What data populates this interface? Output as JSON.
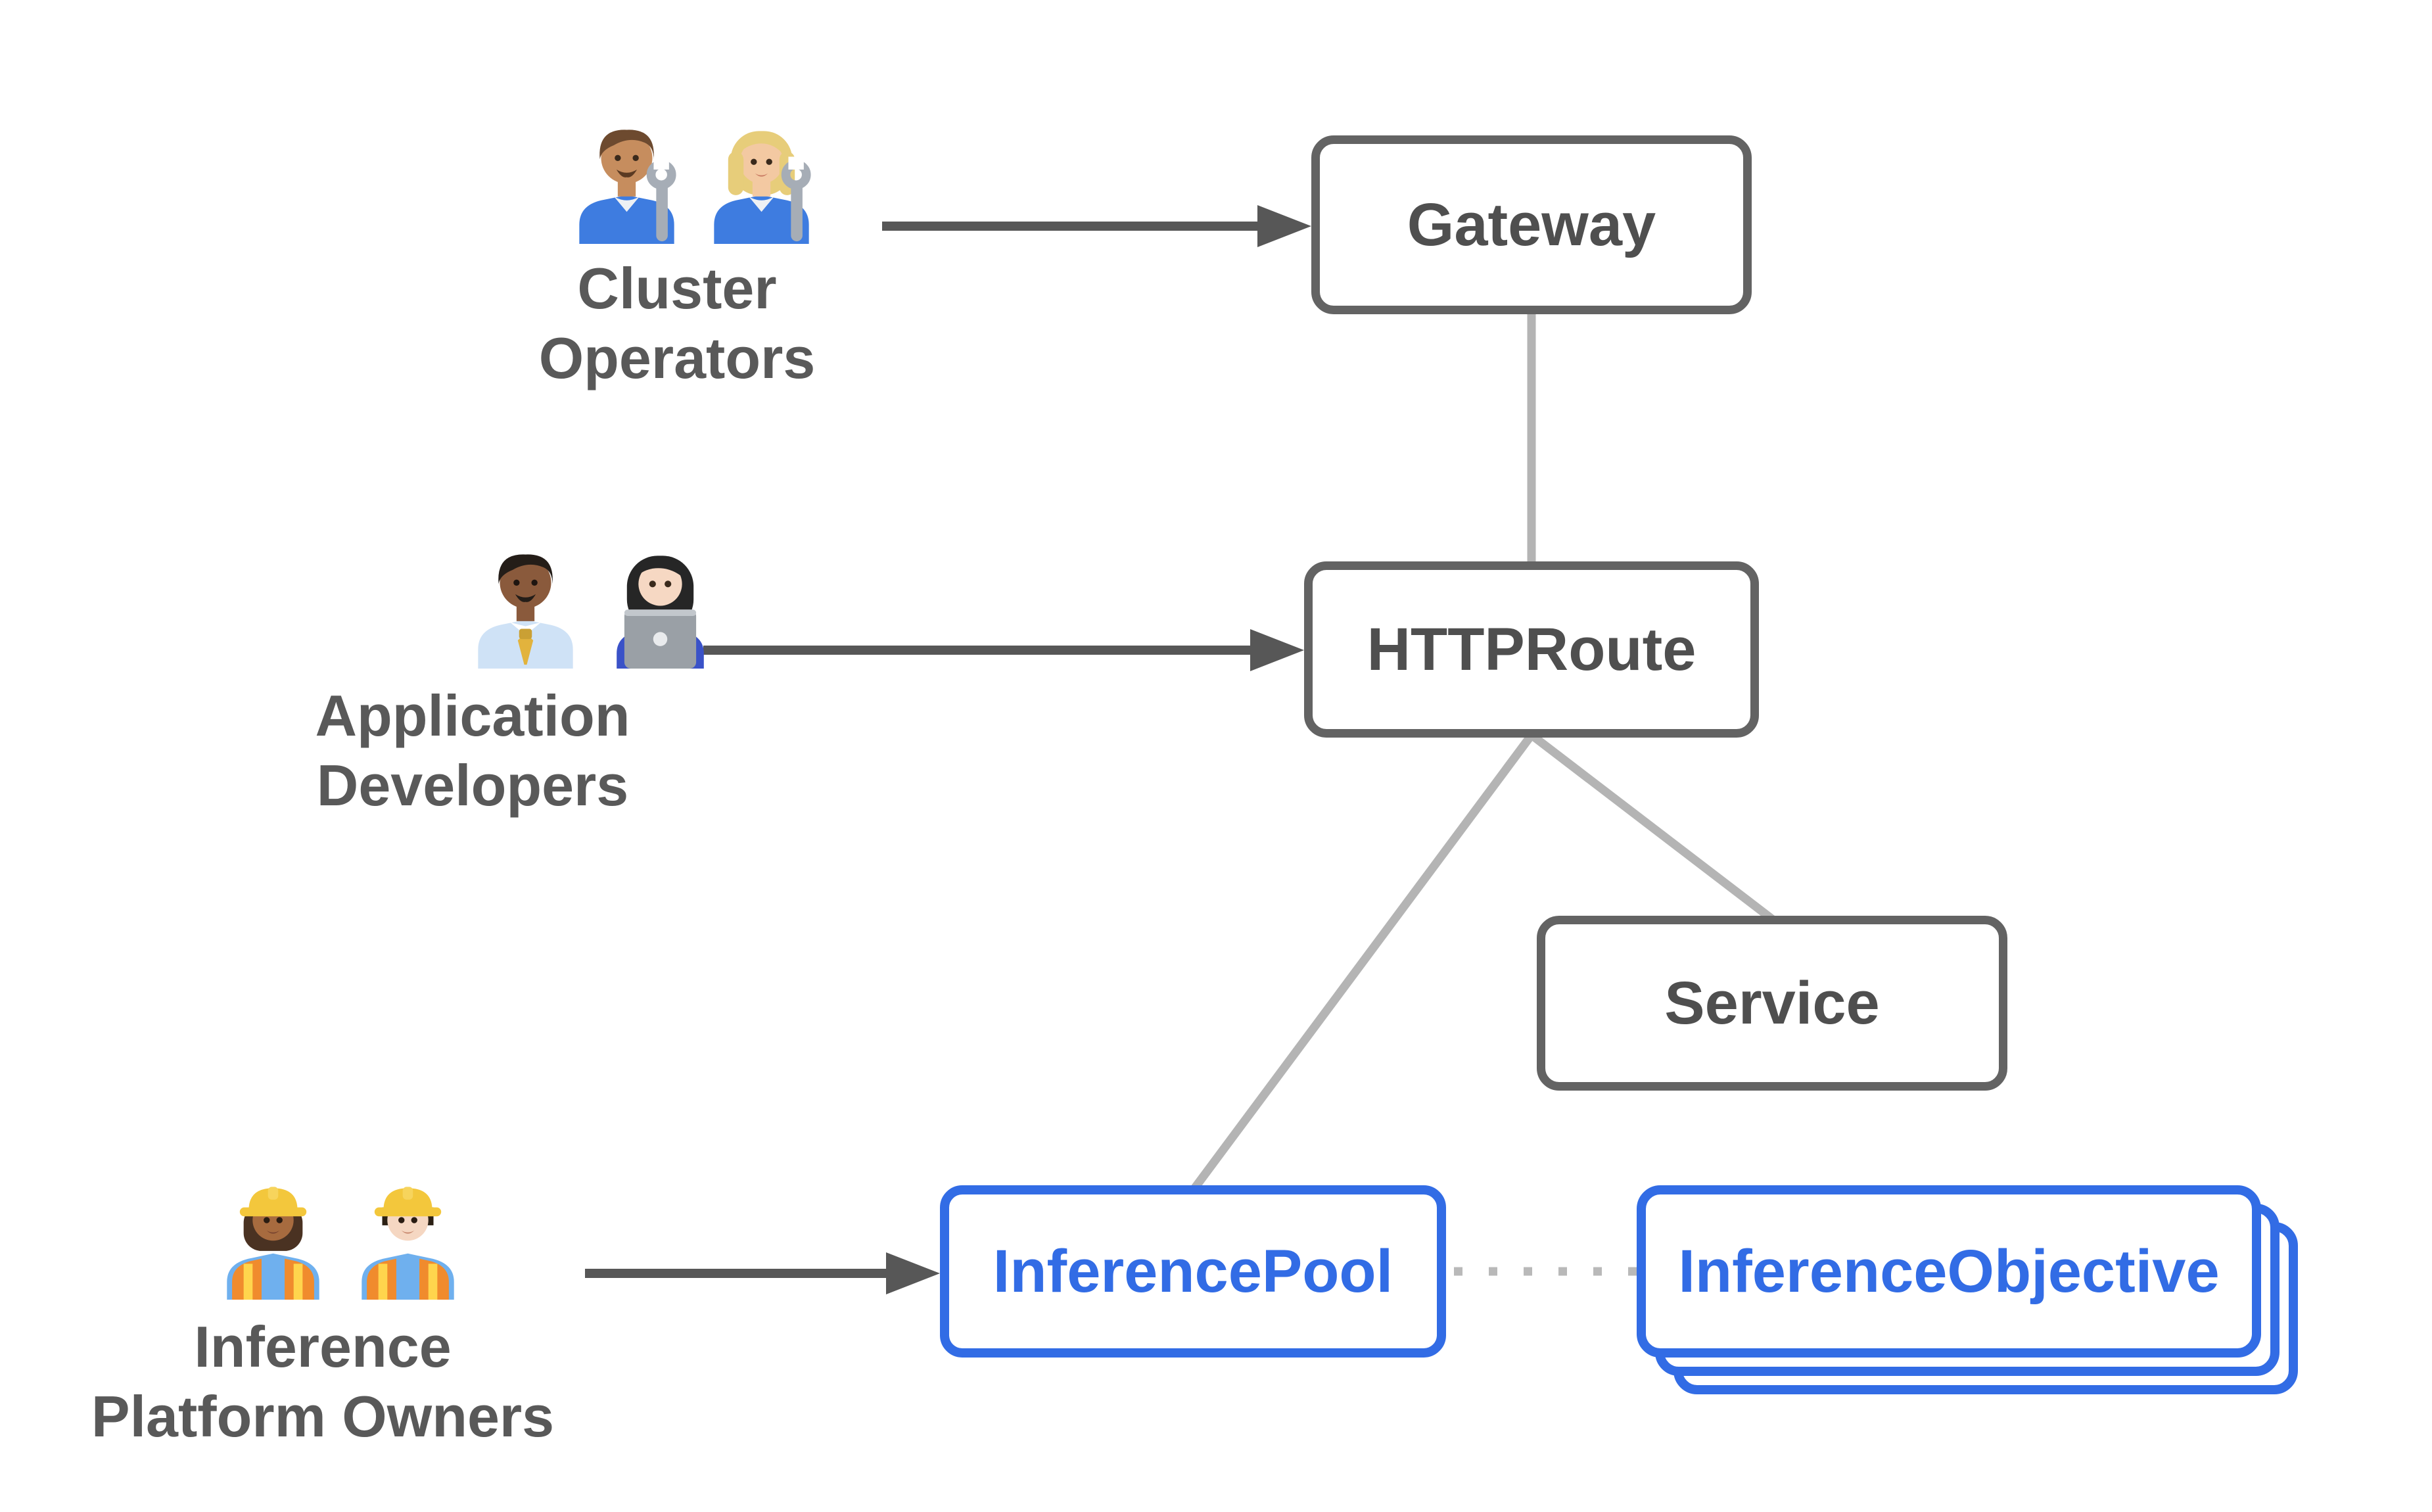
{
  "diagram": {
    "title_semantic": "Gateway API inference extension personas and resources",
    "personas": [
      {
        "name": "Cluster Operators",
        "label_lines": [
          "Cluster",
          "Operators"
        ],
        "emojis": [
          "man-mechanic",
          "woman-mechanic"
        ]
      },
      {
        "name": "Application Developers",
        "label_lines": [
          "Application",
          "Developers"
        ],
        "emojis": [
          "man-office-worker",
          "woman-technologist"
        ]
      },
      {
        "name": "Inference Platform Owners",
        "label_lines": [
          "Inference",
          "Platform Owners"
        ],
        "emojis": [
          "woman-construction-worker",
          "man-construction-worker"
        ]
      }
    ],
    "nodes": [
      {
        "id": "gateway",
        "label": "Gateway",
        "theme": "gray"
      },
      {
        "id": "httproute",
        "label": "HTTPRoute",
        "theme": "gray"
      },
      {
        "id": "service",
        "label": "Service",
        "theme": "gray"
      },
      {
        "id": "inferencepool",
        "label": "InferencePool",
        "theme": "blue"
      },
      {
        "id": "inferenceobjective",
        "label": "InferenceObjective",
        "theme": "blue",
        "stacked_cards": 3
      }
    ],
    "edges": [
      {
        "from": "Cluster Operators",
        "to": "Gateway",
        "type": "solid-arrow"
      },
      {
        "from": "Application Developers",
        "to": "HTTPRoute",
        "type": "solid-arrow"
      },
      {
        "from": "Inference Platform Owners",
        "to": "InferencePool",
        "type": "solid-arrow"
      },
      {
        "from": "Gateway",
        "to": "HTTPRoute",
        "type": "plain-line"
      },
      {
        "from": "HTTPRoute",
        "to": "InferencePool",
        "type": "plain-line"
      },
      {
        "from": "HTTPRoute",
        "to": "Service",
        "type": "plain-line"
      },
      {
        "from": "InferencePool",
        "to": "InferenceObjective",
        "type": "dotted-line"
      }
    ],
    "colors": {
      "background": "#ffffff",
      "node_border_gray": "#636363",
      "node_text_gray": "#4f4f4f",
      "accent_blue": "#326ce5",
      "connector_light_gray": "#b4b4b4",
      "arrow_dark_gray": "#575757",
      "dotted_gray": "#b9b9b9",
      "persona_text_gray": "#595959"
    }
  }
}
